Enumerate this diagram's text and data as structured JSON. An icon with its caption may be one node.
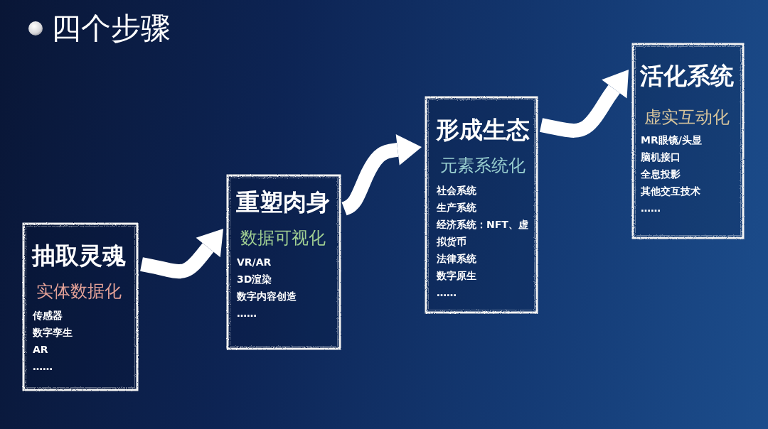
{
  "diagram": {
    "title": "四个步骤",
    "nodes": [
      {
        "text": [
          "抽取灵魂",
          "实体数据化",
          "传感器",
          "数字孪生",
          "AR",
          "……"
        ]
      },
      {
        "text": [
          "重塑肉身",
          "数据可视化",
          "VR/AR",
          "3D渲染",
          "数字内容创造",
          "……"
        ]
      },
      {
        "text": [
          "形成生态",
          "元素系统化",
          "社会系统",
          "生产系统",
          "经济系统：NFT、虚拟货币",
          "法律系统",
          "数字原生",
          "……"
        ]
      },
      {
        "text": [
          "活化系统",
          "虚实互动化",
          "MR眼镜/头显",
          "脑机接口",
          "全息投影",
          "其他交互技术",
          "……"
        ]
      }
    ],
    "edges": [
      {
        "from": 0,
        "to": 1,
        "arrow": "to"
      },
      {
        "from": 1,
        "to": 2,
        "arrow": "to"
      },
      {
        "from": 2,
        "to": 3,
        "arrow": "to"
      }
    ]
  }
}
